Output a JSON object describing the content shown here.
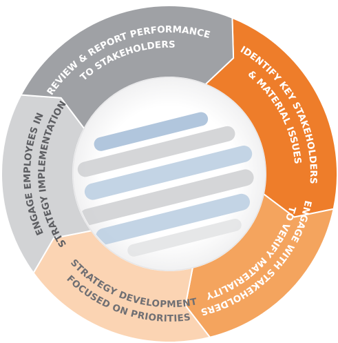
{
  "diagram": {
    "segments": [
      {
        "id": "identify",
        "lines": [
          "IDENTIFY KEY STAKEHOLDERS",
          "& MATERIAL ISSUES"
        ],
        "fill": "#ee7d2a",
        "text_color": "#ffffff"
      },
      {
        "id": "engage-stakeholders",
        "lines": [
          "ENGAGE WITH STAKEHOLDERS",
          "TO VERIFY MATERIALITY"
        ],
        "fill": "#f4a45e",
        "text_color": "#ffffff"
      },
      {
        "id": "strategy",
        "lines": [
          "STRATEGY DEVELOPMENT",
          "FOCUSED ON PRIORITIES"
        ],
        "fill": "#fbd4b3",
        "text_color": "#6f6f73"
      },
      {
        "id": "engage-employees",
        "lines": [
          "ENGAGE EMPLOYEES IN",
          "STRATEGY IMPLEMENTATION"
        ],
        "fill": "#d2d3d5",
        "text_color": "#5d5e62"
      },
      {
        "id": "review",
        "lines": [
          "REVIEW & REPORT PERFORMANCE",
          "TO STAKEHOLDERS"
        ],
        "fill": "#9fa1a5",
        "text_color": "#ffffff"
      }
    ],
    "center": {
      "stripe_colors": [
        "#a9c0d9",
        "#d0d1d4",
        "#bccfe2",
        "#e3e4e6"
      ]
    }
  }
}
